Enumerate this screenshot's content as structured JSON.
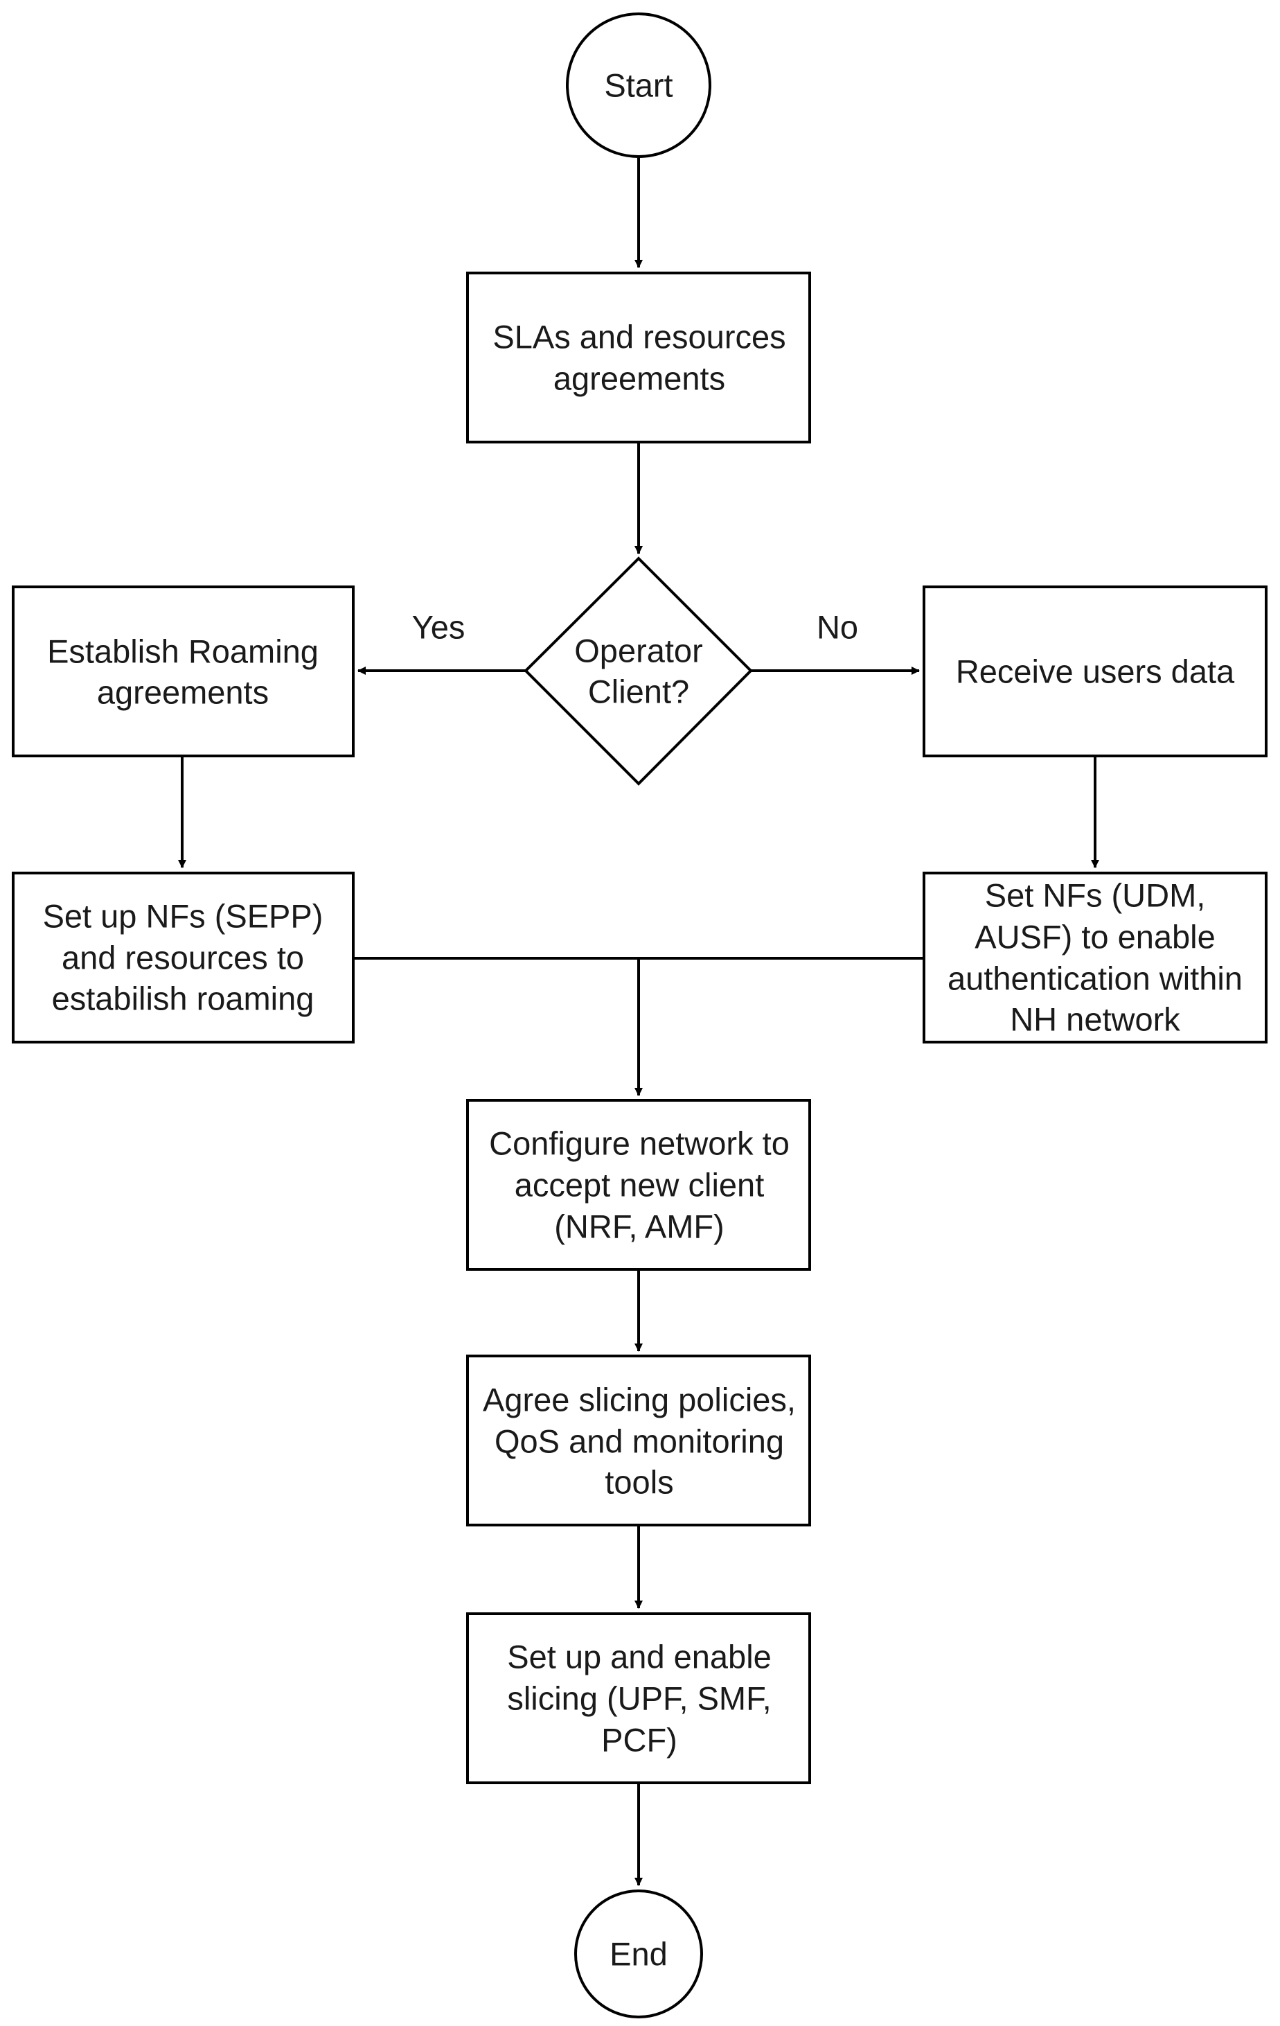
{
  "diagram": {
    "type": "flowchart",
    "nodes": [
      {
        "id": "start",
        "shape": "circle",
        "lines": [
          "Start"
        ]
      },
      {
        "id": "sla",
        "shape": "process",
        "lines": [
          "SLAs and resources",
          "agreements"
        ]
      },
      {
        "id": "decision",
        "shape": "decision",
        "lines": [
          "Operator",
          "Client?"
        ]
      },
      {
        "id": "roaming",
        "shape": "process",
        "lines": [
          "Establish Roaming",
          "agreements"
        ]
      },
      {
        "id": "receive",
        "shape": "process",
        "lines": [
          "Receive users data"
        ]
      },
      {
        "id": "sepp",
        "shape": "process",
        "lines": [
          "Set up NFs (SEPP)",
          "and resources to",
          "estabilish roaming"
        ]
      },
      {
        "id": "udm",
        "shape": "process",
        "lines": [
          "Set NFs (UDM,",
          "AUSF) to enable",
          "authentication within",
          "NH network"
        ]
      },
      {
        "id": "configure",
        "shape": "process",
        "lines": [
          "Configure network to",
          "accept new client",
          "(NRF, AMF)"
        ]
      },
      {
        "id": "agree",
        "shape": "process",
        "lines": [
          "Agree slicing policies,",
          "QoS and monitoring",
          "tools"
        ]
      },
      {
        "id": "slicing",
        "shape": "process",
        "lines": [
          "Set up and enable",
          "slicing (UPF, SMF,",
          "PCF)"
        ]
      },
      {
        "id": "end",
        "shape": "circle",
        "lines": [
          "End"
        ]
      }
    ],
    "edges": [
      {
        "id": "start-to-sla",
        "from": "start",
        "to": "sla",
        "label": ""
      },
      {
        "id": "sla-to-decision",
        "from": "sla",
        "to": "decision",
        "label": ""
      },
      {
        "id": "decision-to-roaming",
        "from": "decision",
        "to": "roaming",
        "label": "Yes"
      },
      {
        "id": "decision-to-receive",
        "from": "decision",
        "to": "receive",
        "label": "No"
      },
      {
        "id": "roaming-to-sepp",
        "from": "roaming",
        "to": "sepp",
        "label": ""
      },
      {
        "id": "receive-to-udm",
        "from": "receive",
        "to": "udm",
        "label": ""
      },
      {
        "id": "sepp-to-configure",
        "from": "sepp",
        "to": "configure",
        "label": ""
      },
      {
        "id": "udm-to-configure",
        "from": "udm",
        "to": "configure",
        "label": ""
      },
      {
        "id": "configure-to-agree",
        "from": "configure",
        "to": "agree",
        "label": ""
      },
      {
        "id": "agree-to-slicing",
        "from": "agree",
        "to": "slicing",
        "label": ""
      },
      {
        "id": "slicing-to-end",
        "from": "slicing",
        "to": "end",
        "label": ""
      }
    ]
  }
}
